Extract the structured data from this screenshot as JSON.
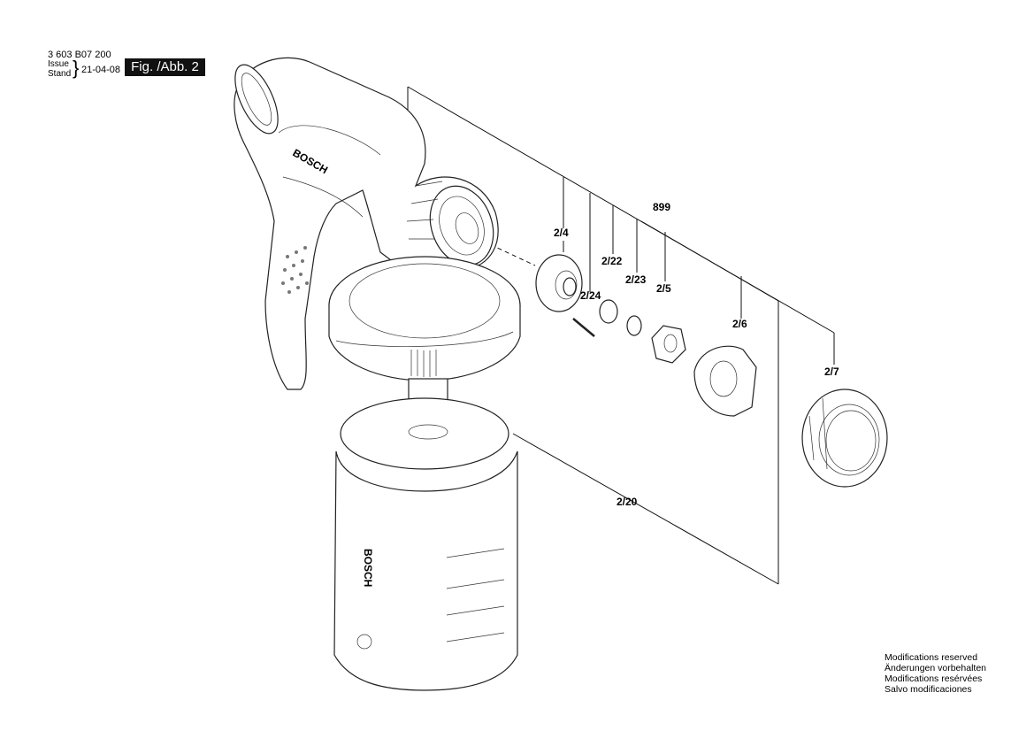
{
  "header": {
    "part_number": "3 603 B07 200",
    "issue_label": "Issue",
    "stand_label": "Stand",
    "date": "21-04-08",
    "figure": "Fig. /Abb. 2"
  },
  "callouts": {
    "c899": "899",
    "c2_4": "2/4",
    "c2_22": "2/22",
    "c2_23": "2/23",
    "c2_24": "2/24",
    "c2_5": "2/5",
    "c2_6": "2/6",
    "c2_7": "2/7",
    "c2_20": "2/20"
  },
  "brand": "BOSCH",
  "modifications": [
    "Modifications reserved",
    "Änderungen vorbehalten",
    "Modifications resérvées",
    "Salvo modificaciones"
  ]
}
